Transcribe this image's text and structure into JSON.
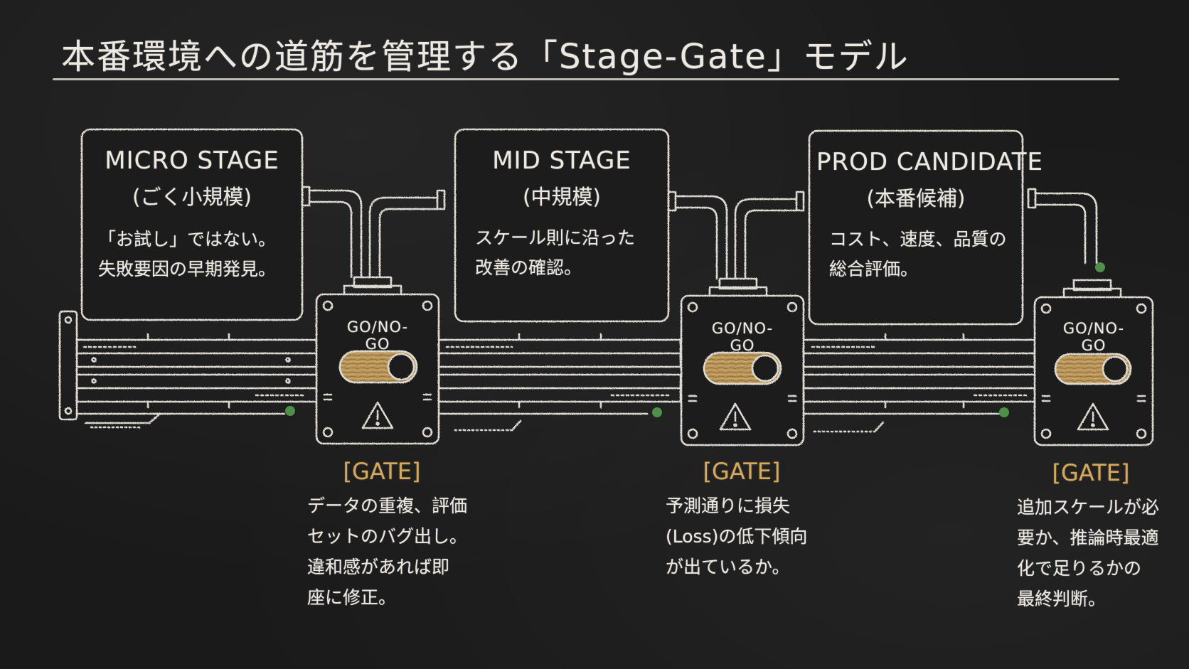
{
  "title": "本番環境への道筋を管理する「Stage-Gate」モデル",
  "stages": [
    {
      "name": "MICRO STAGE",
      "sub": "(ごく小規模)",
      "desc": "「お試し」ではない。\n失敗要因の早期発見。"
    },
    {
      "name": "MID STAGE",
      "sub": "(中規模)",
      "desc": "スケール則に沿った\n改善の確認。"
    },
    {
      "name": "PROD CANDIDATE",
      "sub": "(本番候補)",
      "desc": "コスト、速度、品質の\n総合評価。"
    }
  ],
  "gates": [
    {
      "switch_label": "GO/NO-GO",
      "tag": "[GATE]",
      "desc": "データの重複、評価\nセットのバグ出し。\n違和感があれば即\n座に修正。"
    },
    {
      "switch_label": "GO/NO-GO",
      "tag": "[GATE]",
      "desc": "予測通りに損失\n(Loss)の低下傾向\nが出ているか。"
    },
    {
      "switch_label": "GO/NO-GO",
      "tag": "[GATE]",
      "desc": "追加スケールが必\n要か、推論時最適\n化で足りるかの\n最終判断。"
    }
  ],
  "colors": {
    "background": "#1a1a1a",
    "chalk": "#ece9e2",
    "accent": "#d4a95f",
    "indicator": "#4f8f4a"
  },
  "icons": [
    "warning-icon",
    "toggle-switch-icon",
    "indicator-led-icon"
  ]
}
